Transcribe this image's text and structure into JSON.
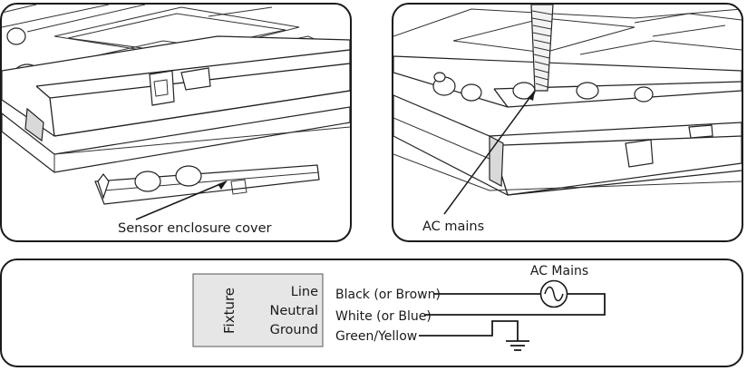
{
  "left_panel": {
    "callout": "Sensor enclosure cover"
  },
  "right_panel": {
    "callout": "AC mains"
  },
  "wiring": {
    "fixture_label": "Fixture",
    "terminals": [
      "Line",
      "Neutral",
      "Ground"
    ],
    "wires": [
      "Black (or Brown)",
      "White (or Blue)",
      "Green/Yellow"
    ],
    "source_label": "AC Mains",
    "source_symbol": "ac-source-symbol",
    "ground_symbol": "ground-symbol"
  }
}
